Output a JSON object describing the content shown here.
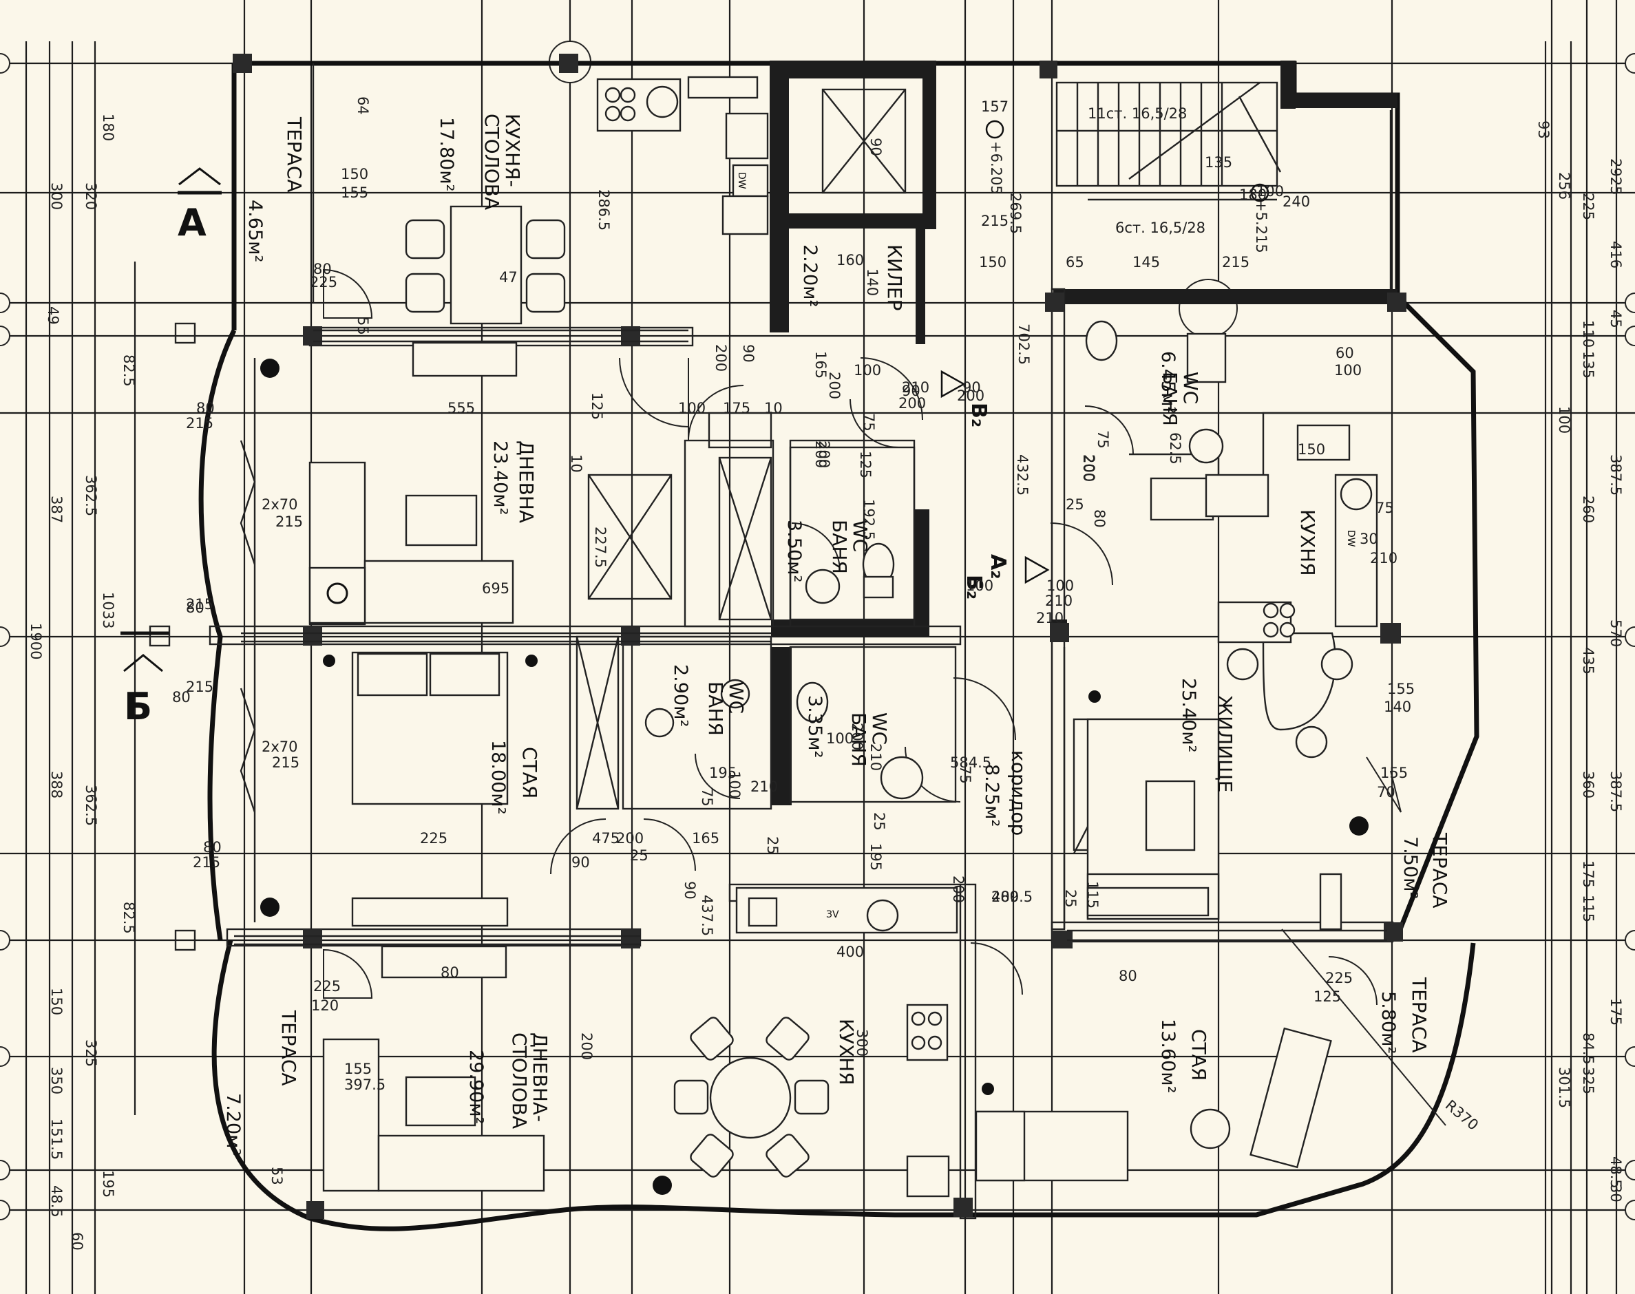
{
  "rooms": [
    {
      "id": "kitchen-dining-top",
      "name_lines": [
        "КУХНЯ-",
        "СТОЛОВА"
      ],
      "area": "17.80м²"
    },
    {
      "id": "terrace-top-left",
      "name_lines": [
        "ТЕРАСА"
      ],
      "area": "4.65м²"
    },
    {
      "id": "living-top",
      "name_lines": [
        "ДНЕВНА"
      ],
      "area": "23.40м²"
    },
    {
      "id": "pantry",
      "name_lines": [
        "КИЛЕР"
      ],
      "area": "2.20м²"
    },
    {
      "id": "wc-bath-top",
      "name_lines": [
        "WC",
        "БАНЯ"
      ],
      "area": "3.50м²"
    },
    {
      "id": "bedroom-left",
      "name_lines": [
        "СТАЯ"
      ],
      "area": "18.00м²"
    },
    {
      "id": "bath-mid",
      "name_lines": [
        "WC",
        "БАНЯ"
      ],
      "area": "2.90м²"
    },
    {
      "id": "wc-bath-mid",
      "name_lines": [
        "WC",
        "БАНЯ"
      ],
      "area": "3.35м²"
    },
    {
      "id": "corridor",
      "name_lines": [
        "коридор"
      ],
      "area": "8.25м²"
    },
    {
      "id": "wc-bath-right",
      "name_lines": [
        "WC",
        "БАНЯ"
      ],
      "area": "6.45м²"
    },
    {
      "id": "kitchen-right",
      "name_lines": [
        "КУХНЯ"
      ],
      "area": ""
    },
    {
      "id": "living-right",
      "name_lines": [
        "ЖИЛИЩЕ"
      ],
      "area": "25.40м²"
    },
    {
      "id": "terrace-right",
      "name_lines": [
        "ТЕРАСА"
      ],
      "area": "7.50м²"
    },
    {
      "id": "living-dining-bottom",
      "name_lines": [
        "ДНЕВНА-",
        "СТОЛОВА"
      ],
      "area": "29.90м²"
    },
    {
      "id": "kitchen-bottom",
      "name_lines": [
        "КУХНЯ"
      ],
      "area": ""
    },
    {
      "id": "terrace-bottom-left",
      "name_lines": [
        "ТЕРАСА"
      ],
      "area": "7.20м²"
    },
    {
      "id": "bedroom-bottom-right",
      "name_lines": [
        "СТАЯ"
      ],
      "area": "13.60м²"
    },
    {
      "id": "terrace-bottom-right",
      "name_lines": [
        "ТЕРАСА"
      ],
      "area": "5.80м²"
    }
  ],
  "section_marks": [
    "А",
    "Б"
  ],
  "entry_marks": [
    "В₂",
    "А₂",
    "Б₂"
  ],
  "stair_notes": [
    "11ст. 16,5/28",
    "6ст. 16,5/28",
    "+6.205",
    "+5.215",
    "157"
  ],
  "fixture_labels": [
    "DW",
    "DW",
    "ЗV"
  ],
  "radius_label": "R370",
  "left_dimensions": [
    "180",
    "300",
    "320",
    "49",
    "82.5",
    "362.5",
    "387",
    "1033",
    "1900",
    "388",
    "362.5",
    "82.5",
    "150",
    "325",
    "350",
    "151.5",
    "195",
    "48.5",
    "60"
  ],
  "right_dimensions": [
    "93",
    "256",
    "225",
    "2925",
    "416",
    "110",
    "45",
    "135",
    "100",
    "387.5",
    "260",
    "570",
    "435",
    "360",
    "387.5",
    "175",
    "115",
    "325",
    "301.5",
    "84.5",
    "175",
    "48.5",
    "30"
  ],
  "interior_dimensions": [
    "64",
    "150",
    "155",
    "80",
    "225",
    "47",
    "286.5",
    "55",
    "80",
    "215",
    "80",
    "215",
    "80",
    "215",
    "80",
    "215",
    "2x70",
    "215",
    "2x70",
    "215",
    "555",
    "125",
    "10",
    "695",
    "227.5",
    "90",
    "200",
    "100",
    "175",
    "10",
    "100",
    "210",
    "160",
    "140",
    "200",
    "90",
    "165",
    "200",
    "75",
    "125",
    "192.5",
    "200",
    "269.5",
    "215",
    "150",
    "65",
    "145",
    "215",
    "702.5",
    "432.5",
    "100",
    "210",
    "100",
    "210",
    "75",
    "200",
    "90",
    "200",
    "90",
    "200",
    "135",
    "180",
    "100",
    "240",
    "60",
    "100",
    "62.5",
    "150",
    "25",
    "80",
    "200",
    "75",
    "30",
    "210",
    "155",
    "140",
    "155",
    "70",
    "225",
    "475",
    "90",
    "200",
    "25",
    "165",
    "25",
    "210",
    "100",
    "195",
    "25",
    "200",
    "75",
    "195",
    "100",
    "210",
    "75",
    "200",
    "584.5",
    "409.5",
    "115",
    "25",
    "280",
    "400",
    "80",
    "225",
    "120",
    "155",
    "397.5",
    "300",
    "200",
    "90",
    "437.5",
    "80",
    "225",
    "125",
    "53"
  ]
}
